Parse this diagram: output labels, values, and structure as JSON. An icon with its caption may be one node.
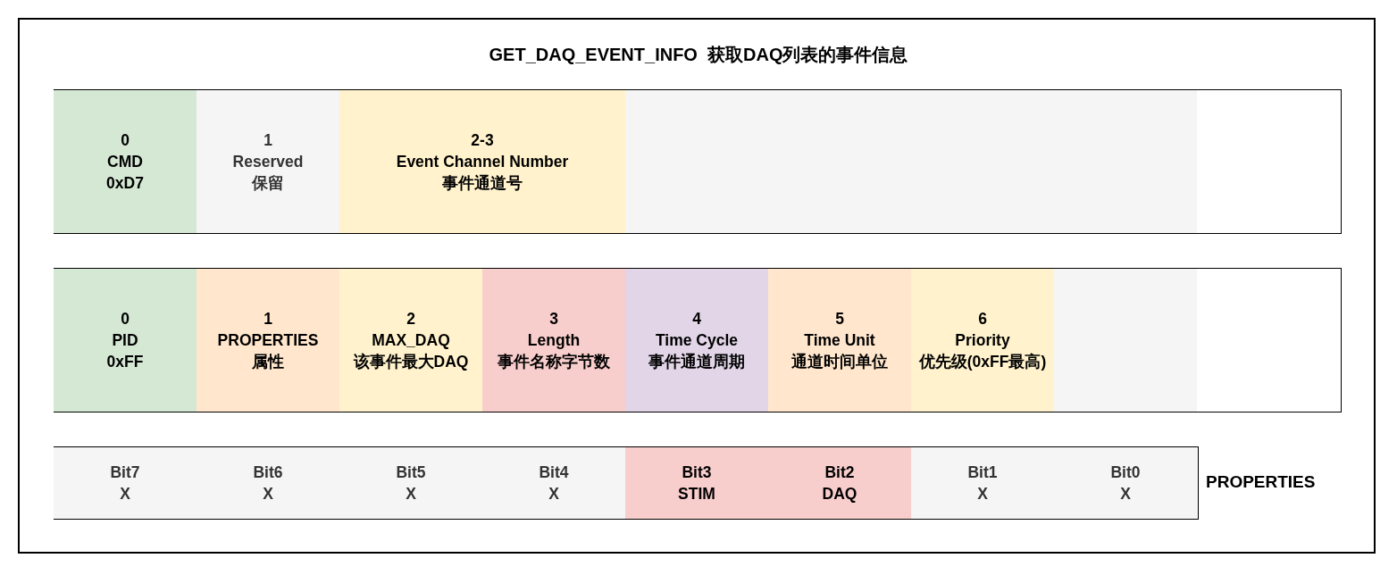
{
  "diagram": {
    "title": "GET_DAQ_EVENT_INFO  获取DAQ列表的事件信息",
    "nodes": [
      {
        "text": [],
        "shape": "box"
      },
      {
        "text": [
          "0",
          "CMD",
          "0xD7"
        ],
        "in": 0
      },
      {
        "text": [
          "1",
          "Reserved",
          "保留"
        ],
        "in": 0
      },
      {
        "text": [
          "2-3",
          "Event Channel Number",
          "事件通道号"
        ],
        "in": 0
      },
      {
        "text": [],
        "shape": "box",
        "in": 0
      },
      {
        "text": [],
        "shape": "box"
      },
      {
        "text": [
          "0",
          "PID",
          "0xFF"
        ],
        "in": 5
      },
      {
        "text": [
          "1",
          "PROPERTIES",
          "属性"
        ],
        "in": 5
      },
      {
        "text": [
          "2",
          "MAX_DAQ",
          "该事件最大DAQ"
        ],
        "in": 5
      },
      {
        "text": [
          "3",
          "Length",
          "事件名称字节数"
        ],
        "in": 5
      },
      {
        "text": [
          "4",
          "Time Cycle",
          "事件通道周期"
        ],
        "in": 5
      },
      {
        "text": [
          "5",
          "Time Unit",
          "通道时间单位"
        ],
        "in": 5
      },
      {
        "text": [
          "6",
          "Priority",
          "优先级(0xFF最高)"
        ],
        "in": 5
      },
      {
        "text": [],
        "shape": "box",
        "in": 5
      },
      {
        "text": [],
        "shape": "box",
        "beside": [
          "PROPERTIES"
        ]
      },
      {
        "text": [
          "Bit7",
          "X"
        ],
        "in": 14
      },
      {
        "text": [
          "Bit6",
          "X"
        ],
        "in": 14
      },
      {
        "text": [
          "Bit5",
          "X"
        ],
        "in": 14
      },
      {
        "text": [
          "Bit4",
          "X"
        ],
        "in": 14
      },
      {
        "text": [
          "Bit3",
          "STIM"
        ],
        "in": 14
      },
      {
        "text": [
          "Bit2",
          "DAQ"
        ],
        "in": 14
      },
      {
        "text": [
          "Bit1",
          "X"
        ],
        "in": 14
      },
      {
        "text": [
          "Bit0",
          "X"
        ],
        "in": 14
      }
    ],
    "edges": []
  }
}
